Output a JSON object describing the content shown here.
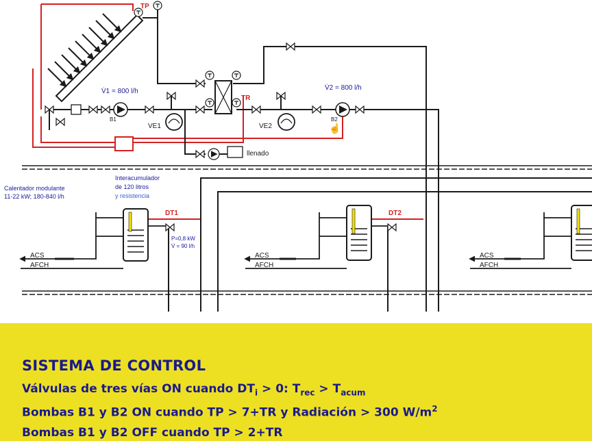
{
  "diagram": {
    "collector_sensor": "TP",
    "return_sensor": "TR",
    "flow_1": "V̇1 = 800 l/h",
    "flow_2": "V̇2 = 800 l/h",
    "pump_1": "B1",
    "pump_2": "B2",
    "expansion_1": "VE1",
    "expansion_2": "VE2",
    "fill": "llenado",
    "boiler_line_1": "Calentador modulante",
    "boiler_line_2": "11-22 kW; 180-840 l/h",
    "tank_line_1": "Interacumulador",
    "tank_line_2": "de 120 litros",
    "tank_line_3": "y resistencia",
    "dt1": "DT1",
    "dt2": "DT2",
    "power": "P=0,8 kW",
    "flow_tank": "V̇ = 90 l/h",
    "acs": "ACS",
    "afch": "AFCH"
  },
  "control": {
    "title": "SISTEMA DE CONTROL",
    "l1_a": "Válvulas de tres vías ON cuando DT",
    "l1_sub_i": "i",
    "l1_b": " > 0: T",
    "l1_sub_rec": "rec",
    "l1_c": " > T",
    "l1_sub_acum": "acum",
    "l2_a": "Bombas B1 y B2 ON cuando TP > 7+TR y Radiación > 300 W/m",
    "l2_sup": "2",
    "l3": "Bombas B1 y B2 OFF cuando TP > 2+TR"
  },
  "colors": {
    "panel_bg": "#ede022",
    "panel_text": "#1a1a8c",
    "control_loop": "#d42020",
    "pipe": "#1a1a1a",
    "label_blue": "#1a1a9c"
  }
}
